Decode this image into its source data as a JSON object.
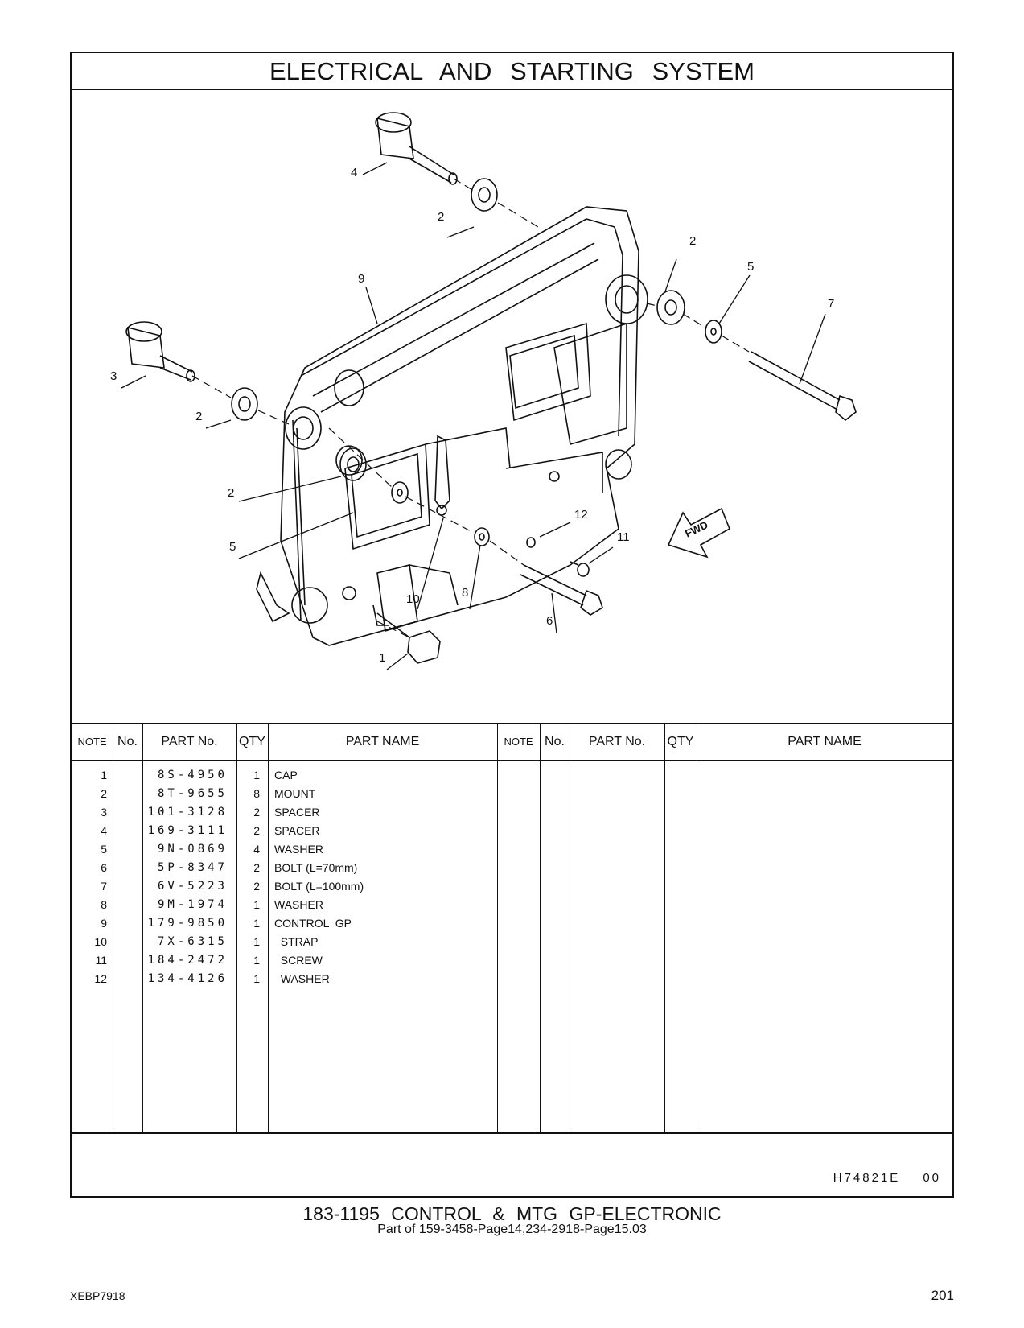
{
  "page_title": "ELECTRICAL  AND  STARTING  SYSTEM",
  "callouts": {
    "c1": "1",
    "c2a": "2",
    "c2b": "2",
    "c2c": "2",
    "c2d": "2",
    "c3": "3",
    "c4": "4",
    "c5a": "5",
    "c5b": "5",
    "c6": "6",
    "c7": "7",
    "c8": "8",
    "c9": "9",
    "c10": "10",
    "c11": "11",
    "c12": "12",
    "fwd": "FWD"
  },
  "table_headers": {
    "note": "NOTE",
    "no": "No.",
    "part_no": "PART No.",
    "qty": "QTY",
    "part_name": "PART NAME"
  },
  "parts": [
    {
      "no": "1",
      "part_no": "8S-4950",
      "qty": "1",
      "name": "CAP"
    },
    {
      "no": "2",
      "part_no": "8T-9655",
      "qty": "8",
      "name": "MOUNT"
    },
    {
      "no": "3",
      "part_no": "101-3128",
      "qty": "2",
      "name": "SPACER"
    },
    {
      "no": "4",
      "part_no": "169-3111",
      "qty": "2",
      "name": "SPACER"
    },
    {
      "no": "5",
      "part_no": "9N-0869",
      "qty": "4",
      "name": "WASHER"
    },
    {
      "no": "6",
      "part_no": "5P-8347",
      "qty": "2",
      "name": "BOLT (L=70mm)"
    },
    {
      "no": "7",
      "part_no": "6V-5223",
      "qty": "2",
      "name": "BOLT (L=100mm)"
    },
    {
      "no": "8",
      "part_no": "9M-1974",
      "qty": "1",
      "name": "WASHER"
    },
    {
      "no": "9",
      "part_no": "179-9850",
      "qty": "1",
      "name": "CONTROL  GP"
    },
    {
      "no": "10",
      "part_no": "7X-6315",
      "qty": "1",
      "name": "  STRAP"
    },
    {
      "no": "11",
      "part_no": "184-2472",
      "qty": "1",
      "name": "  SCREW"
    },
    {
      "no": "12",
      "part_no": "134-4126",
      "qty": "1",
      "name": "  WASHER"
    }
  ],
  "doc_code": "H74821E",
  "doc_rev": "00",
  "group_title": "183-1195  CONTROL & MTG GP-ELECTRONIC",
  "group_subtitle": "Part of 159-3458-Page14,234-2918-Page15.03",
  "book_code": "XEBP7918",
  "page_number": "201"
}
